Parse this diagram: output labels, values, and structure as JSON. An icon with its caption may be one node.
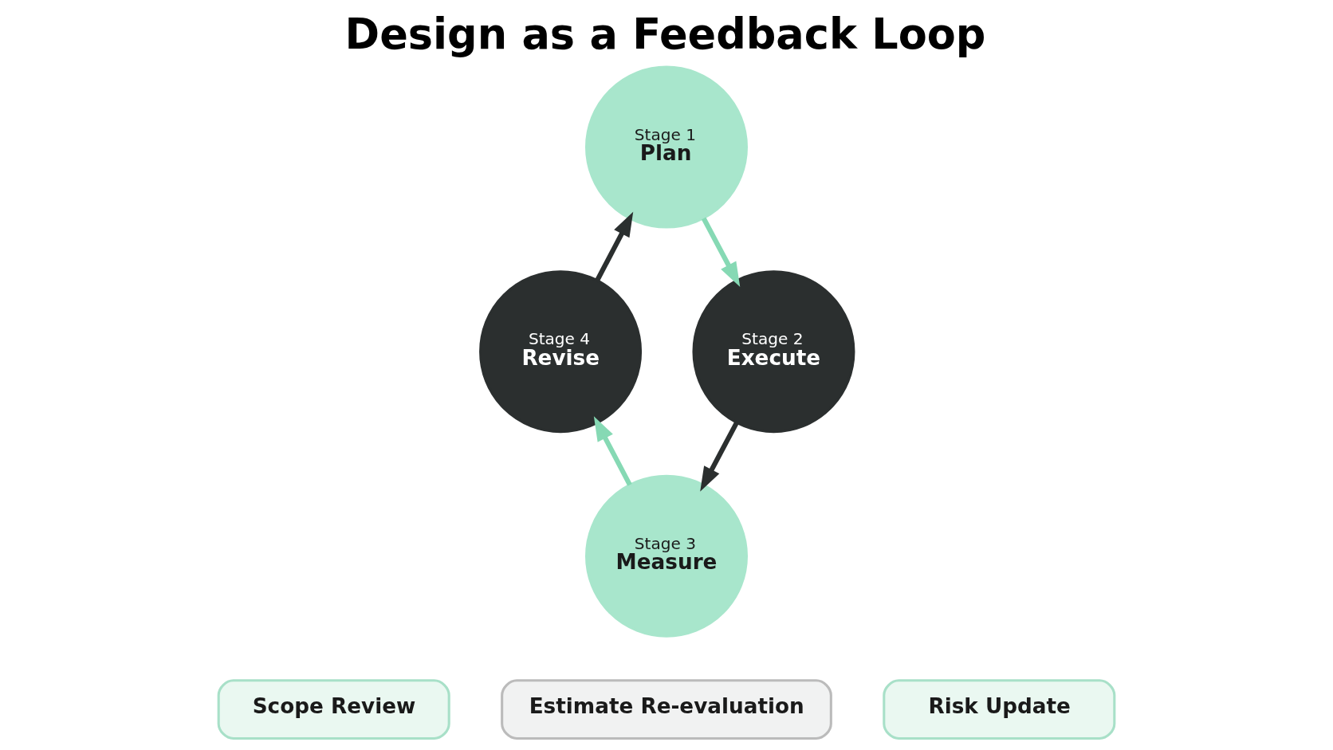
{
  "diagram": {
    "title": "Design as a Feedback Loop",
    "nodes": [
      {
        "text": [
          "Stage 1",
          "Plan"
        ]
      },
      {
        "text": [
          "Stage 2",
          "Execute"
        ]
      },
      {
        "text": [
          "Stage 3",
          "Measure"
        ]
      },
      {
        "text": [
          "Stage 4",
          "Revise"
        ]
      },
      {
        "text": [
          "Scope Review"
        ]
      },
      {
        "text": [
          "Estimate Re-evaluation"
        ]
      },
      {
        "text": [
          "Risk Update"
        ]
      }
    ],
    "edges": [
      {
        "from": 0,
        "to": 1,
        "arrow": "to",
        "color": "#86d9b4"
      },
      {
        "from": 1,
        "to": 2,
        "arrow": "to",
        "color": "#2b2f2f"
      },
      {
        "from": 2,
        "to": 3,
        "arrow": "to",
        "color": "#86d9b4"
      },
      {
        "from": 3,
        "to": 0,
        "arrow": "to",
        "color": "#2b2f2f"
      }
    ]
  }
}
